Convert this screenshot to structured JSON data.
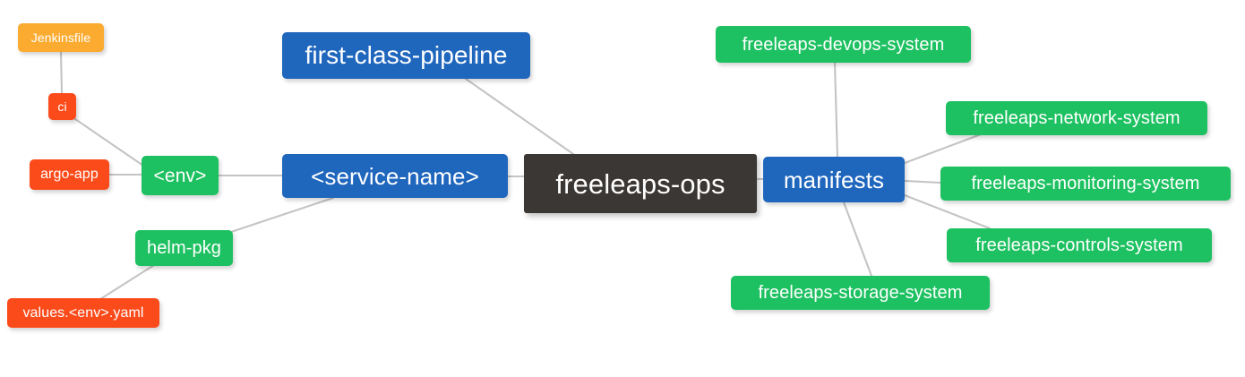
{
  "diagram": {
    "type": "mindmap",
    "title": "freeleaps-ops",
    "background": "#ffffff",
    "edge_color": "#c4c4c4",
    "palette": {
      "root_dark": "#3b3734",
      "blue": "#1f66bd",
      "green": "#1ec161",
      "red": "#fb4b1b",
      "amber": "#fbab30",
      "text": "#ffffff"
    }
  },
  "nodes": {
    "root": {
      "label": "freeleaps-ops",
      "color": "root_dark"
    },
    "first_class_pipeline": {
      "label": "first-class-pipeline",
      "color": "blue"
    },
    "service_name": {
      "label": "<service-name>",
      "color": "blue"
    },
    "manifests": {
      "label": "manifests",
      "color": "blue"
    },
    "env": {
      "label": "<env>",
      "color": "green"
    },
    "helm_pkg": {
      "label": "helm-pkg",
      "color": "green"
    },
    "jenkinsfile": {
      "label": "Jenkinsfile",
      "color": "amber"
    },
    "ci": {
      "label": "ci",
      "color": "red"
    },
    "argo_app": {
      "label": "argo-app",
      "color": "red"
    },
    "values_yaml": {
      "label": "values.<env>.yaml",
      "color": "red"
    },
    "devops_system": {
      "label": "freeleaps-devops-system",
      "color": "green"
    },
    "network_system": {
      "label": "freeleaps-network-system",
      "color": "green"
    },
    "monitoring_system": {
      "label": "freeleaps-monitoring-system",
      "color": "green"
    },
    "controls_system": {
      "label": "freeleaps-controls-system",
      "color": "green"
    },
    "storage_system": {
      "label": "freeleaps-storage-system",
      "color": "green"
    }
  },
  "edges": [
    {
      "from": "root",
      "to": "first_class_pipeline"
    },
    {
      "from": "root",
      "to": "service_name"
    },
    {
      "from": "root",
      "to": "manifests"
    },
    {
      "from": "service_name",
      "to": "env"
    },
    {
      "from": "service_name",
      "to": "helm_pkg"
    },
    {
      "from": "env",
      "to": "ci"
    },
    {
      "from": "env",
      "to": "argo_app"
    },
    {
      "from": "ci",
      "to": "jenkinsfile"
    },
    {
      "from": "helm_pkg",
      "to": "values_yaml"
    },
    {
      "from": "manifests",
      "to": "devops_system"
    },
    {
      "from": "manifests",
      "to": "network_system"
    },
    {
      "from": "manifests",
      "to": "monitoring_system"
    },
    {
      "from": "manifests",
      "to": "controls_system"
    },
    {
      "from": "manifests",
      "to": "storage_system"
    }
  ]
}
